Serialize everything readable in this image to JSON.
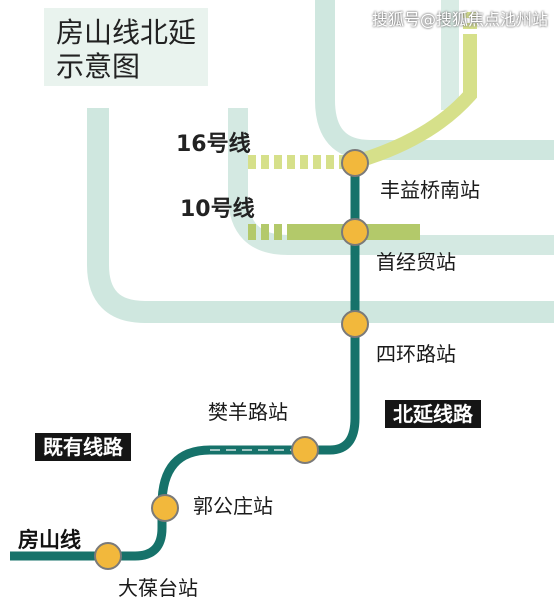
{
  "title": "房山线北延\n示意图",
  "watermark": "搜狐号@搜狐焦点池州站",
  "lines": {
    "line16": "16号线",
    "line10": "10号线",
    "fangshan": "房山线"
  },
  "tags": {
    "existing": "既有线路",
    "extension": "北延线路"
  },
  "stations": [
    "丰益桥南站",
    "首经贸站",
    "四环路站",
    "樊羊路站",
    "郭公庄站",
    "大葆台站"
  ],
  "colors": {
    "background": "#ffffff",
    "ring_road": "#cfe7df",
    "fangshan_line": "#16726a",
    "line16": "#d6e08a",
    "line10": "#b3c96a",
    "station_fill": "#f2b83c",
    "station_stroke": "#7a7a7a",
    "tag_bg": "#151515"
  }
}
